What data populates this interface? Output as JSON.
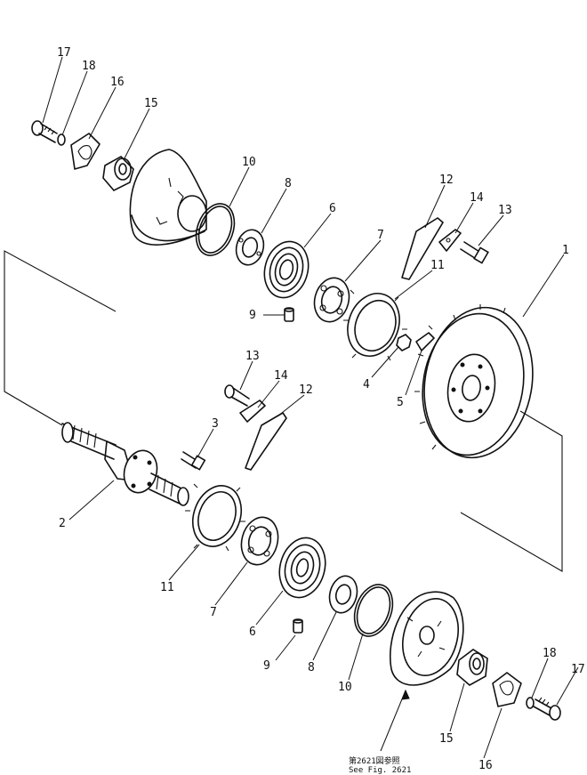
{
  "callouts": {
    "top": {
      "c17": "17",
      "c18": "18",
      "c16": "16",
      "c15": "15",
      "c10": "10",
      "c8": "8",
      "c6": "6",
      "c12": "12",
      "c14": "14",
      "c13": "13",
      "c7": "7",
      "c11": "11",
      "c1": "1",
      "c9": "9",
      "c4": "4",
      "c5": "5"
    },
    "bottom": {
      "c13": "13",
      "c14": "14",
      "c12": "12",
      "c3": "3",
      "c2": "2",
      "c11": "11",
      "c7": "7",
      "c6": "6",
      "c9": "9",
      "c8": "8",
      "c10": "10",
      "c18": "18",
      "c17": "17",
      "c15": "15",
      "c16": "16"
    }
  },
  "reference": {
    "line1": "第2621図参照",
    "line2": "See Fig. 2621"
  }
}
